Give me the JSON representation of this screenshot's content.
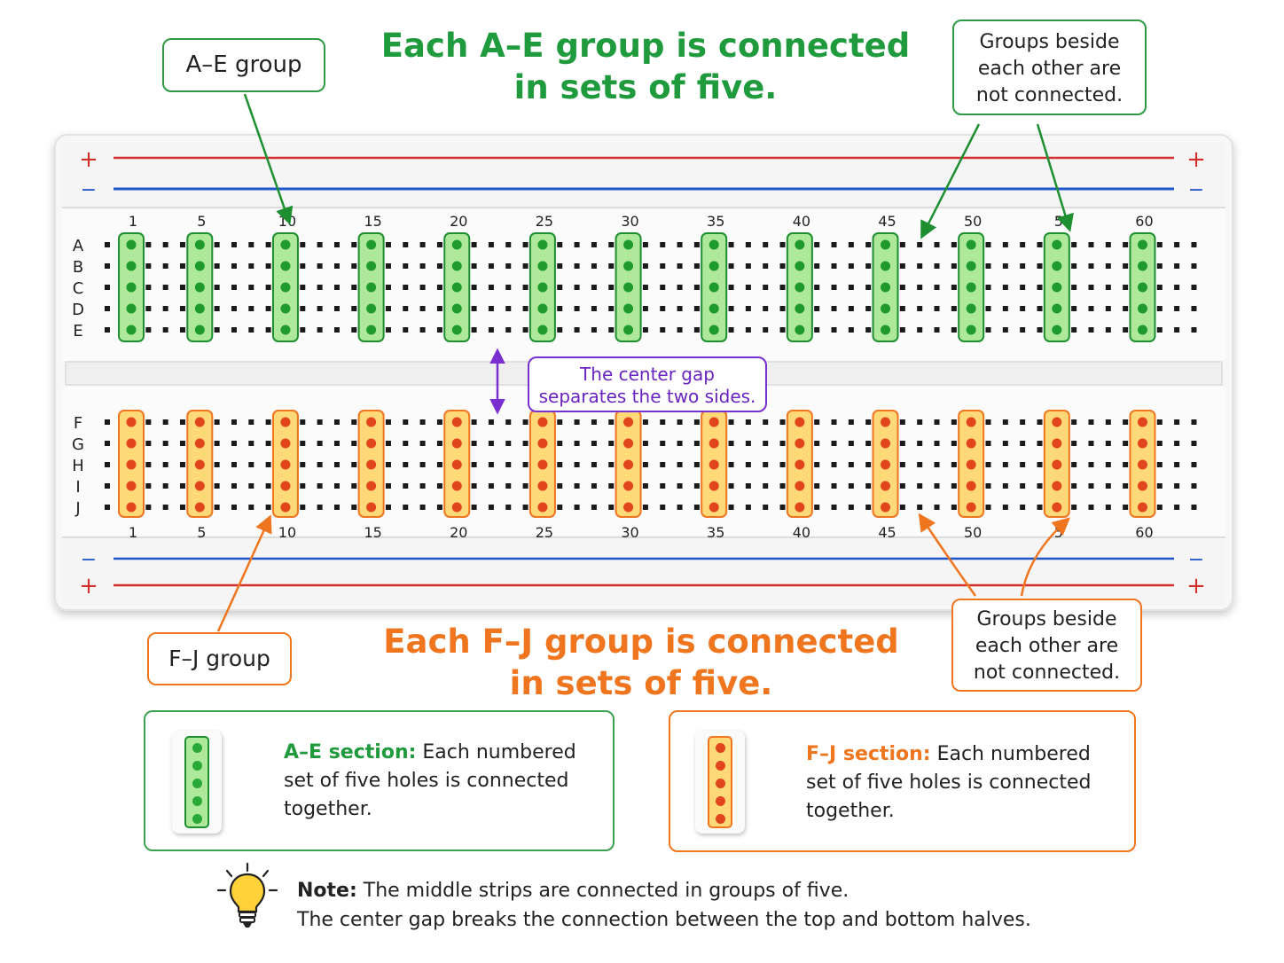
{
  "titles": {
    "ae_line1": "Each A–E group is connected",
    "ae_line2": "in sets of five.",
    "fj_line1": "Each F–J group is connected",
    "fj_line2": "in sets of five."
  },
  "callouts": {
    "ae_group": "A–E group",
    "fj_group": "F–J group",
    "not_connected_top": [
      "Groups beside",
      "each other are",
      "not connected."
    ],
    "not_connected_bottom": [
      "Groups beside",
      "each other are",
      "not connected."
    ],
    "center_gap": [
      "The center gap",
      "separates the two sides."
    ]
  },
  "board": {
    "rail_plus": "+",
    "rail_minus": "−",
    "columns_total": 63,
    "top_rows": [
      "A",
      "B",
      "C",
      "D",
      "E"
    ],
    "bottom_rows": [
      "F",
      "G",
      "H",
      "I",
      "J"
    ],
    "top_column_labels": [
      "1",
      "5",
      "10",
      "15",
      "20",
      "25",
      "30",
      "35",
      "40",
      "45",
      "50",
      "5",
      "60"
    ],
    "bottom_column_labels": [
      "1",
      "5",
      "10",
      "15",
      "20",
      "25",
      "30",
      "35",
      "40",
      "45",
      "50",
      "5",
      "60"
    ],
    "highlighted_columns": [
      1,
      5,
      10,
      15,
      20,
      25,
      30,
      35,
      40,
      45,
      50,
      55,
      60
    ]
  },
  "legend": {
    "ae_heading": "A–E section:",
    "ae_text": "Each numbered set of five holes is connected together.",
    "fj_heading": "F–J section:",
    "fj_text": "Each numbered set of five holes is connected together."
  },
  "note": {
    "label": "Note:",
    "line1": "The middle strips are connected in groups of five.",
    "line2": "The center gap breaks the connection between the top and bottom halves."
  },
  "colors": {
    "green": "#1f9a3c",
    "orange": "#f0751f",
    "purple": "#7a2fd0",
    "rail_red": "#d32f2f",
    "rail_blue": "#1e56c8"
  },
  "icons": [
    "lightbulb-icon",
    "double-arrow-icon"
  ]
}
